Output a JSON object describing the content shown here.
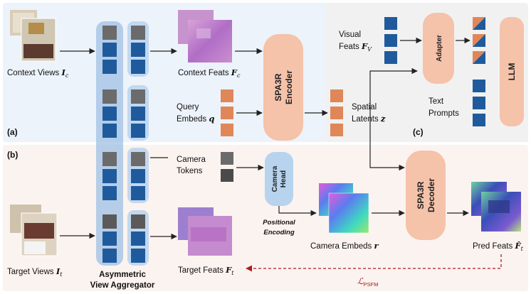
{
  "labels": {
    "context_views": "Context Views ",
    "context_views_var": "I",
    "context_views_sub": "c",
    "context_feats": "Context Feats ",
    "context_feats_var": "F",
    "context_feats_sub": "c",
    "query_embeds_1": "Query",
    "query_embeds_2": "Embeds ",
    "query_embeds_var": "q",
    "spatial_latents_1": "Spatial",
    "spatial_latents_2": "Latents ",
    "spatial_latents_var": "z",
    "visual_feats_1": "Visual",
    "visual_feats_2": "Feats ",
    "visual_feats_var": "F",
    "visual_feats_sub": "V",
    "text_prompts_1": "Text",
    "text_prompts_2": "Prompts",
    "camera_tokens_1": "Camera",
    "camera_tokens_2": "Tokens",
    "camera_embeds": "Camera Embeds ",
    "camera_embeds_var": "r",
    "target_views": "Target Views ",
    "target_views_var": "I",
    "target_views_sub": "t",
    "target_feats": "Target Feats ",
    "target_feats_var": "F",
    "target_feats_sub": "t",
    "pred_feats": "Pred Feats ",
    "pred_feats_var": "F̂",
    "pred_feats_sub": "t",
    "positional_1": "Positional",
    "positional_2": "Encoding",
    "aggregator_1": "Asymmetric",
    "aggregator_2": "View Aggregator",
    "loss_main": "ℒ",
    "loss_sub": "PSFM"
  },
  "modules": {
    "encoder_1": "SPA3R",
    "encoder_2": "Encoder",
    "decoder_1": "SPA3R",
    "decoder_2": "Decoder",
    "adapter": "Adapter",
    "llm": "LLM",
    "camera_head_1": "Camera",
    "camera_head_2": "Head"
  },
  "sections": {
    "a": "(a)",
    "b": "(b)",
    "c": "(c)"
  },
  "colors": {
    "token_blue": "#1f5b9c",
    "token_gray": "#6b6b6b",
    "token_orange": "#e0875a",
    "module_peach": "#f5c2aa",
    "camera_head": "#b7d3ee",
    "panel_a": "#edf3fa",
    "panel_b": "#fbf3ef",
    "panel_c": "#f2f2f2",
    "loss_red": "#b01c1c"
  }
}
